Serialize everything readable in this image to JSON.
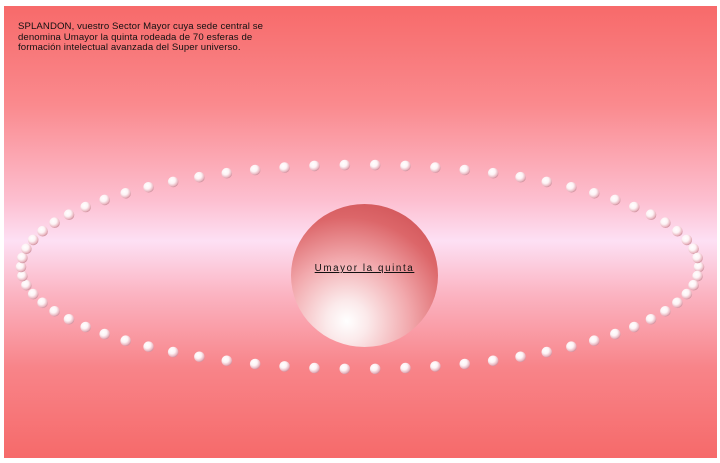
{
  "caption": {
    "lines": [
      "SPLANDON, vuestro Sector Mayor cuya sede central se",
      "denomina Umayor la quinta rodeada de 70 esferas de",
      "formación intelectual avanzada del Super universo."
    ]
  },
  "central_sphere": {
    "label": "Umayor la quinta"
  },
  "ring": {
    "sphere_count": 70
  },
  "colors": {
    "background_edge": "#f76a6a",
    "background_center": "#fde0f4",
    "sphere_dark": "#c8484c",
    "pearl": "#ffffff"
  }
}
